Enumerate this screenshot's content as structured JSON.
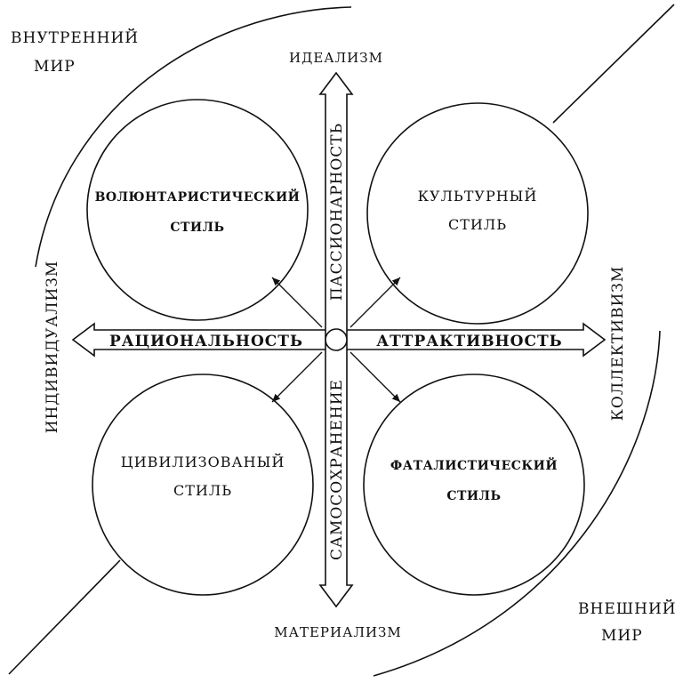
{
  "corners": {
    "inner_world_line1": "ВНУТРЕННИЙ",
    "inner_world_line2": "МИР",
    "outer_world_line1": "ВНЕШНИЙ",
    "outer_world_line2": "МИР"
  },
  "poles": {
    "top": "ИДЕАЛИЗМ",
    "bottom": "МАТЕРИАЛИЗМ",
    "left": "ИНДИВИДУАЛИЗМ",
    "right": "КОЛЛЕКТИВИЗМ"
  },
  "axes": {
    "left": "РАЦИОНАЛЬНОСТЬ",
    "right": "АТТРАКТИВНОСТЬ",
    "up": "ПАССИОНАРНОСТЬ",
    "down": "САМОСОХРАНЕНИЕ"
  },
  "styles": {
    "top_left_line1": "ВОЛЮНТАРИСТИЧЕСКИЙ",
    "top_left_line2": "СТИЛЬ",
    "top_right_line1": "КУЛЬТУРНЫЙ",
    "top_right_line2": "СТИЛЬ",
    "bottom_left_line1": "ЦИВИЛИЗОВАНЫЙ",
    "bottom_left_line2": "СТИЛЬ",
    "bottom_right_line1": "ФАТАЛИСТИЧЕСКИЙ",
    "bottom_right_line2": "СТИЛЬ"
  }
}
